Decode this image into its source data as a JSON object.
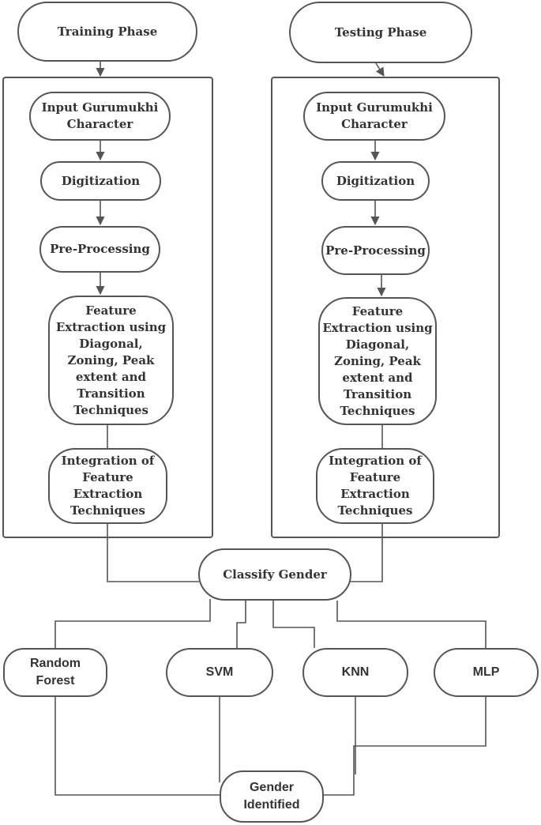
{
  "colors": {
    "stroke": "#555555",
    "text": "#333333",
    "background": "#ffffff"
  },
  "phases": {
    "training": "Training Phase",
    "testing": "Testing Phase"
  },
  "pipeline": {
    "input": "Input Gurumukhi\nCharacter",
    "digitization": "Digitization",
    "preprocessing": "Pre-Processing",
    "feature_extraction": "Feature\nExtraction using\nDiagonal,\nZoning, Peak\nextent and\nTransition\nTechniques",
    "integration": "Integration of\nFeature\nExtraction\nTechniques"
  },
  "classify": "Classify Gender",
  "classifiers": {
    "random_forest": "Random\nForest",
    "svm": "SVM",
    "knn": "KNN",
    "mlp": "MLP"
  },
  "result": "Gender\nIdentified"
}
